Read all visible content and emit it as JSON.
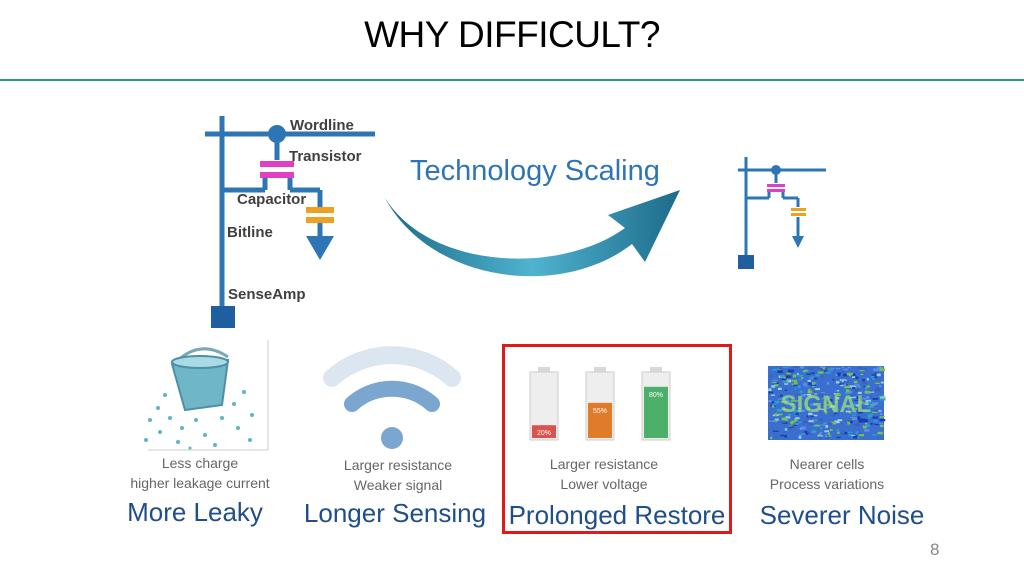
{
  "title": "WHY DIFFICULT?",
  "cell_labels": {
    "wordline": "Wordline",
    "transistor": "Transistor",
    "capacitor": "Capacitor",
    "bitline": "Bitline",
    "senseamp": "SenseAmp"
  },
  "scaling_label": "Technology Scaling",
  "effects": [
    {
      "icon": "leaky-bucket-icon",
      "line1": "Less charge",
      "line2": "higher leakage current",
      "name": "More Leaky"
    },
    {
      "icon": "wifi-signal-icon",
      "line1": "Larger resistance",
      "line2": "Weaker signal",
      "name": "Longer Sensing"
    },
    {
      "icon": "battery-charge-icon",
      "line1": "Larger resistance",
      "line2": "Lower voltage",
      "name": "Prolonged Restore"
    },
    {
      "icon": "noisy-signal-icon",
      "line1": "Nearer cells",
      "line2": "Process variations",
      "name": "Severer Noise"
    }
  ],
  "batteries": [
    {
      "label": "20%",
      "level": 0.2,
      "color": "#d9534f"
    },
    {
      "label": "55%",
      "level": 0.55,
      "color": "#e07b2a"
    },
    {
      "label": "80%",
      "level": 0.8,
      "color": "#4caf6a"
    }
  ],
  "noise_text": "SIGNAL",
  "colors": {
    "accent": "#2e75b6",
    "rule": "#2e9a78",
    "highlight": "#e01a1a",
    "transistor": "#e040c0",
    "capacitor": "#f0a020"
  },
  "page_number": "8"
}
